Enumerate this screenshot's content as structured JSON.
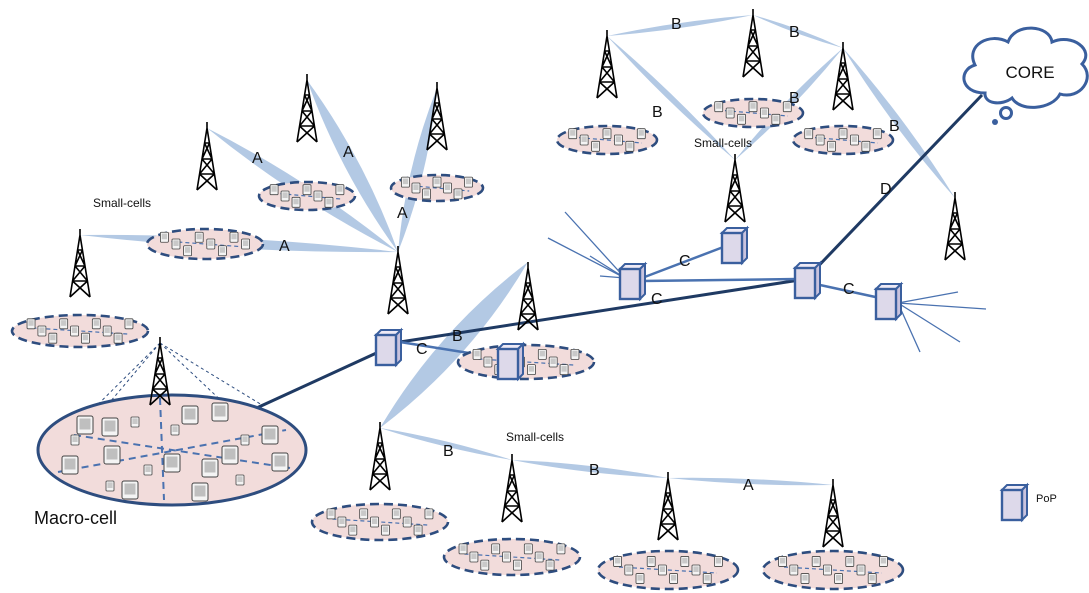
{
  "labels": {
    "core": "CORE",
    "macro_cell": "Macro-cell",
    "small_cells_1": "Small-cells",
    "small_cells_2": "Small-cells",
    "small_cells_3": "Small-cells",
    "legend_pop": "PoP"
  },
  "link_labels": {
    "a1": "A",
    "a2": "A",
    "a3": "A",
    "a4": "A",
    "a5": "A",
    "b1": "B",
    "b2": "B",
    "b3": "B",
    "b4": "B",
    "b5": "B",
    "b6": "B",
    "b7": "B",
    "c1": "C",
    "c2": "C",
    "c3": "C",
    "c4": "C",
    "d1": "D"
  },
  "colors": {
    "beam": "#b3c9e4",
    "backhaul": "#1f3a63",
    "pop_link": "#4a72b0",
    "pop_face": "#ddd9ea",
    "pop_stroke": "#3a5f9e",
    "cell_fill": "#f2dcdb",
    "cell_stroke": "#2e4d7f",
    "tower": "#000000"
  }
}
